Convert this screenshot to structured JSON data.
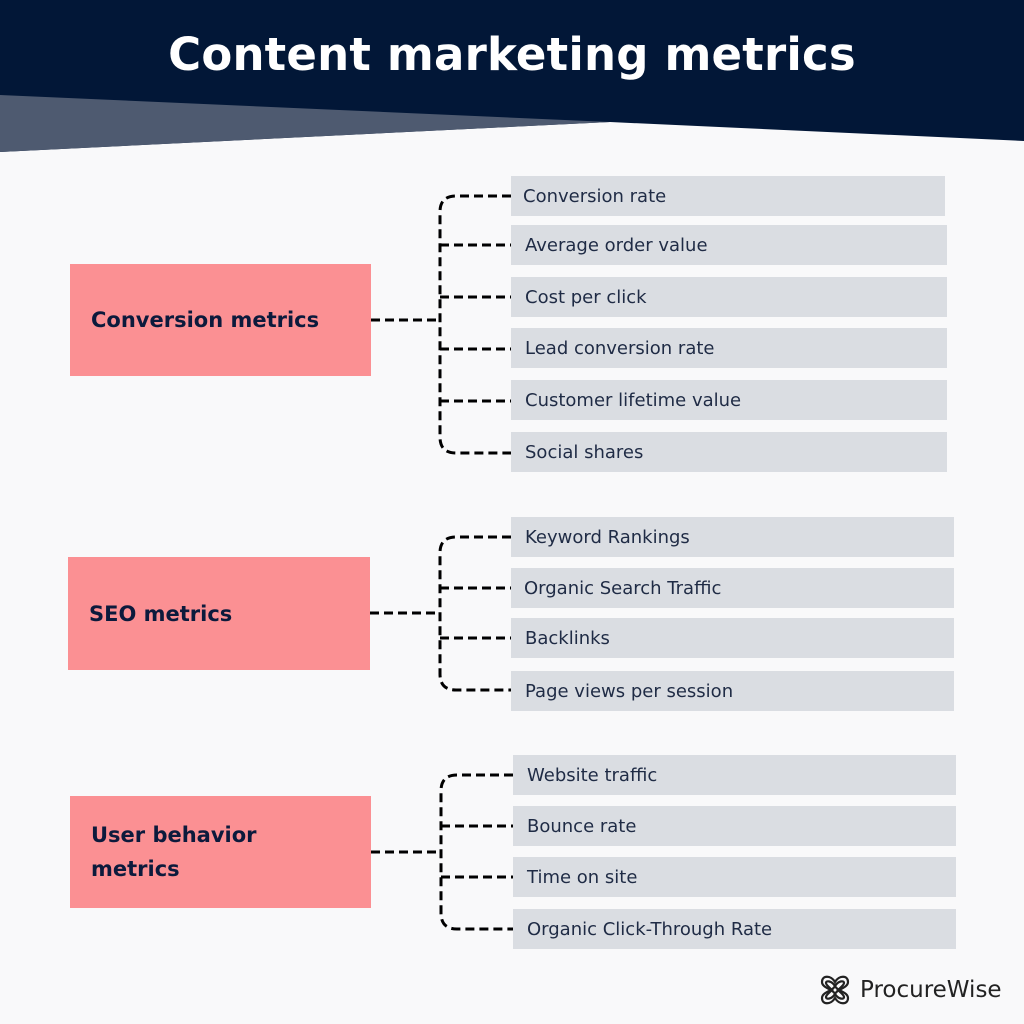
{
  "header": {
    "title": "Content marketing metrics",
    "colors": {
      "navy": "#021737",
      "wedge": "#4e5a70",
      "background": "#f9f9fa"
    }
  },
  "groups": [
    {
      "label": "Conversion metrics",
      "color": "#fb9093",
      "items": [
        "Conversion rate",
        "Average order value",
        "Cost per click",
        "Lead conversion rate",
        "Customer lifetime value",
        "Social shares"
      ]
    },
    {
      "label": "SEO metrics",
      "color": "#fb9093",
      "items": [
        "Keyword Rankings",
        "Organic Search Traffic",
        "Backlinks",
        "Page views per session"
      ]
    },
    {
      "label": "User behavior metrics",
      "label_lines": [
        "User behavior",
        "metrics"
      ],
      "color": "#fb9093",
      "items": [
        "Website traffic",
        "Bounce rate",
        "Time on site",
        "Organic Click-Through Rate"
      ]
    }
  ],
  "item_color": "#dadde2",
  "logo": {
    "icon": "celtic-knot-icon",
    "text": "ProcureWise"
  }
}
